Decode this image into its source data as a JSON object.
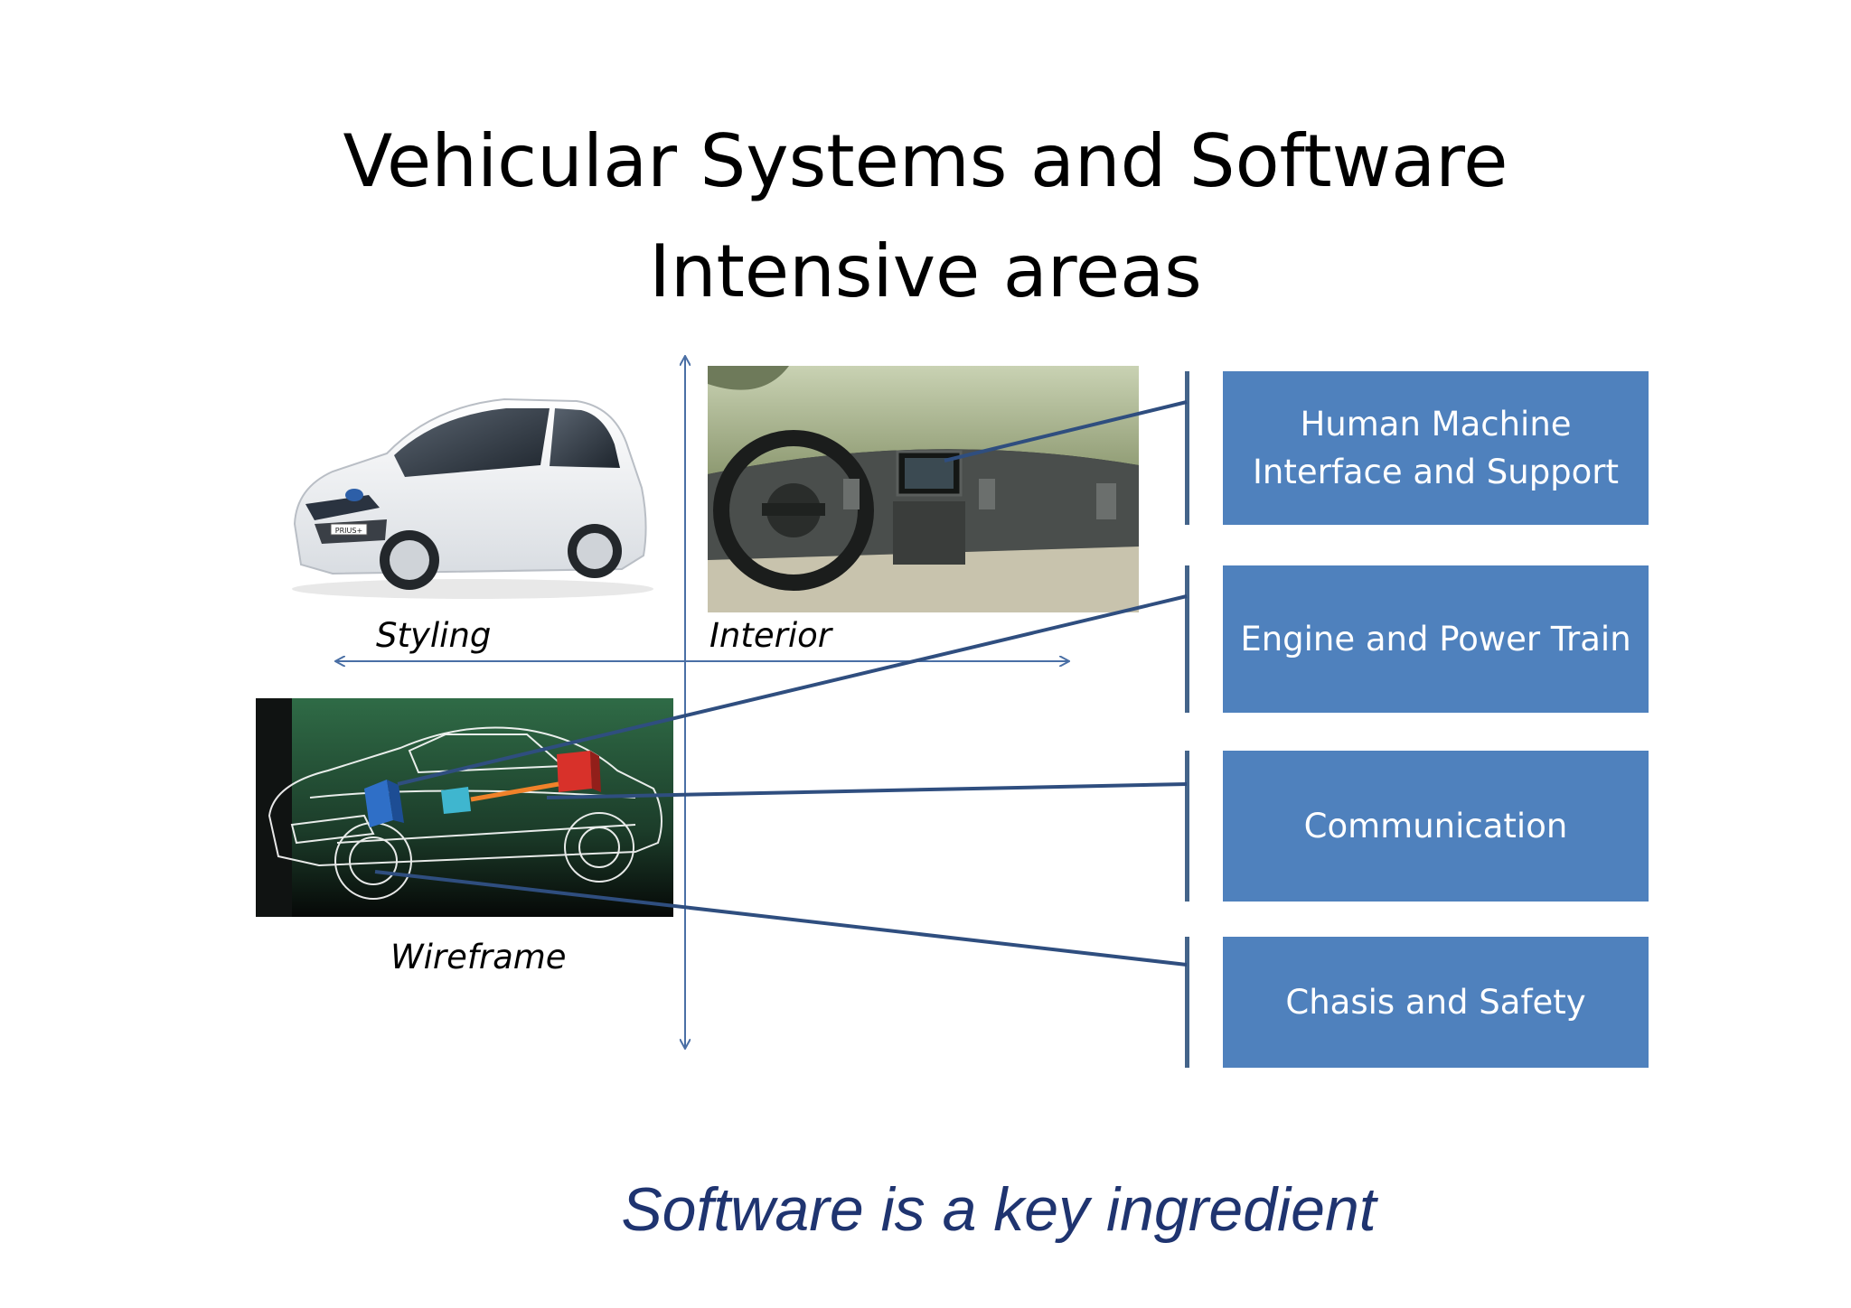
{
  "title": {
    "line1": "Vehicular Systems and Software",
    "line2": "Intensive areas"
  },
  "captions": {
    "styling": "Styling",
    "interior": "Interior",
    "wireframe": "Wireframe"
  },
  "car_badge": "PRIUS+",
  "areas": [
    {
      "lines": [
        "Human Machine",
        "Interface and Support"
      ]
    },
    {
      "lines": [
        "Engine and Power Train"
      ]
    },
    {
      "lines": [
        "Communication"
      ]
    },
    {
      "lines": [
        "Chasis and Safety"
      ]
    }
  ],
  "tagline": "Software is a key ingredient",
  "colors": {
    "box_fill": "#4f81bd",
    "axis": "#4a6fa5",
    "connector": "#2f4e7f",
    "tagline": "#1f3470"
  },
  "icons": {
    "car_photo": "white-hatchback-car-icon",
    "interior_photo": "car-dashboard-steering-wheel-icon",
    "wireframe_photo": "wireframe-car-with-ecu-boxes-icon"
  }
}
